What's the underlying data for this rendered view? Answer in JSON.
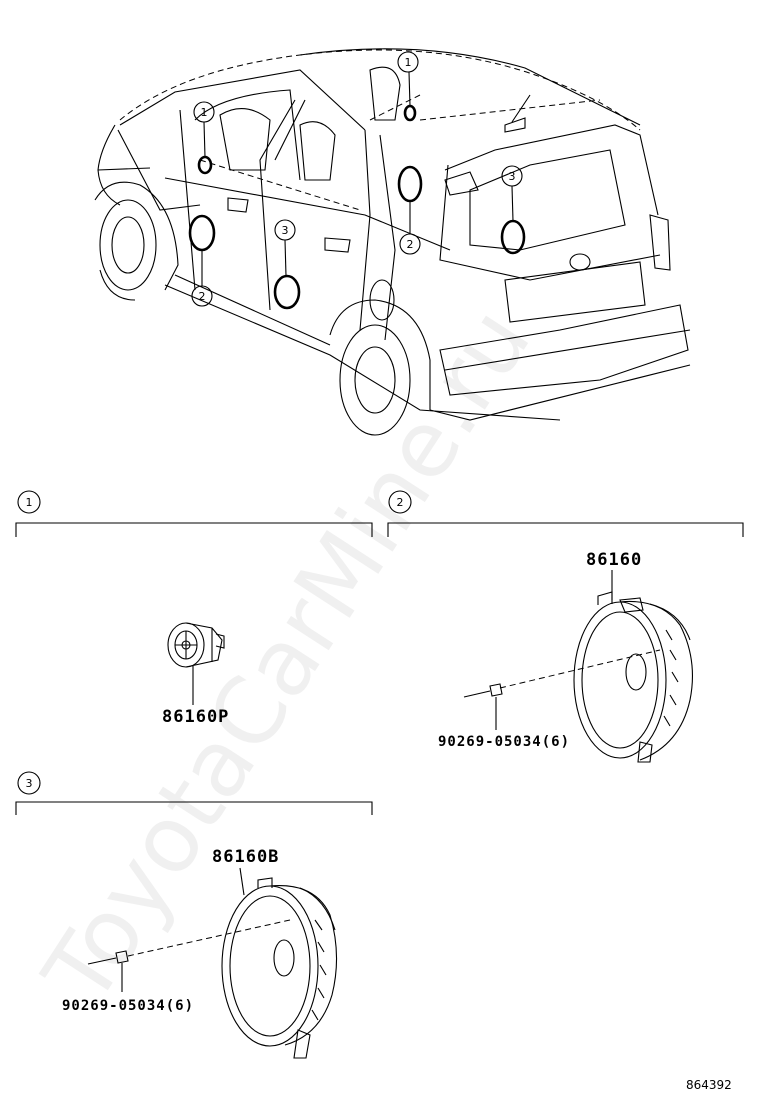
{
  "callouts": {
    "c1": "1",
    "c2": "2",
    "c3": "3"
  },
  "parts": {
    "tweeter": "86160P",
    "front_speaker": "86160",
    "rear_speaker": "86160B",
    "screw_front": "90269-05034(6)",
    "screw_rear": "90269-05034(6)"
  },
  "sections": {
    "s1": "1",
    "s2": "2",
    "s3": "3"
  },
  "diagram_code": "864392",
  "watermark": "ToyotaCarMine.ru"
}
